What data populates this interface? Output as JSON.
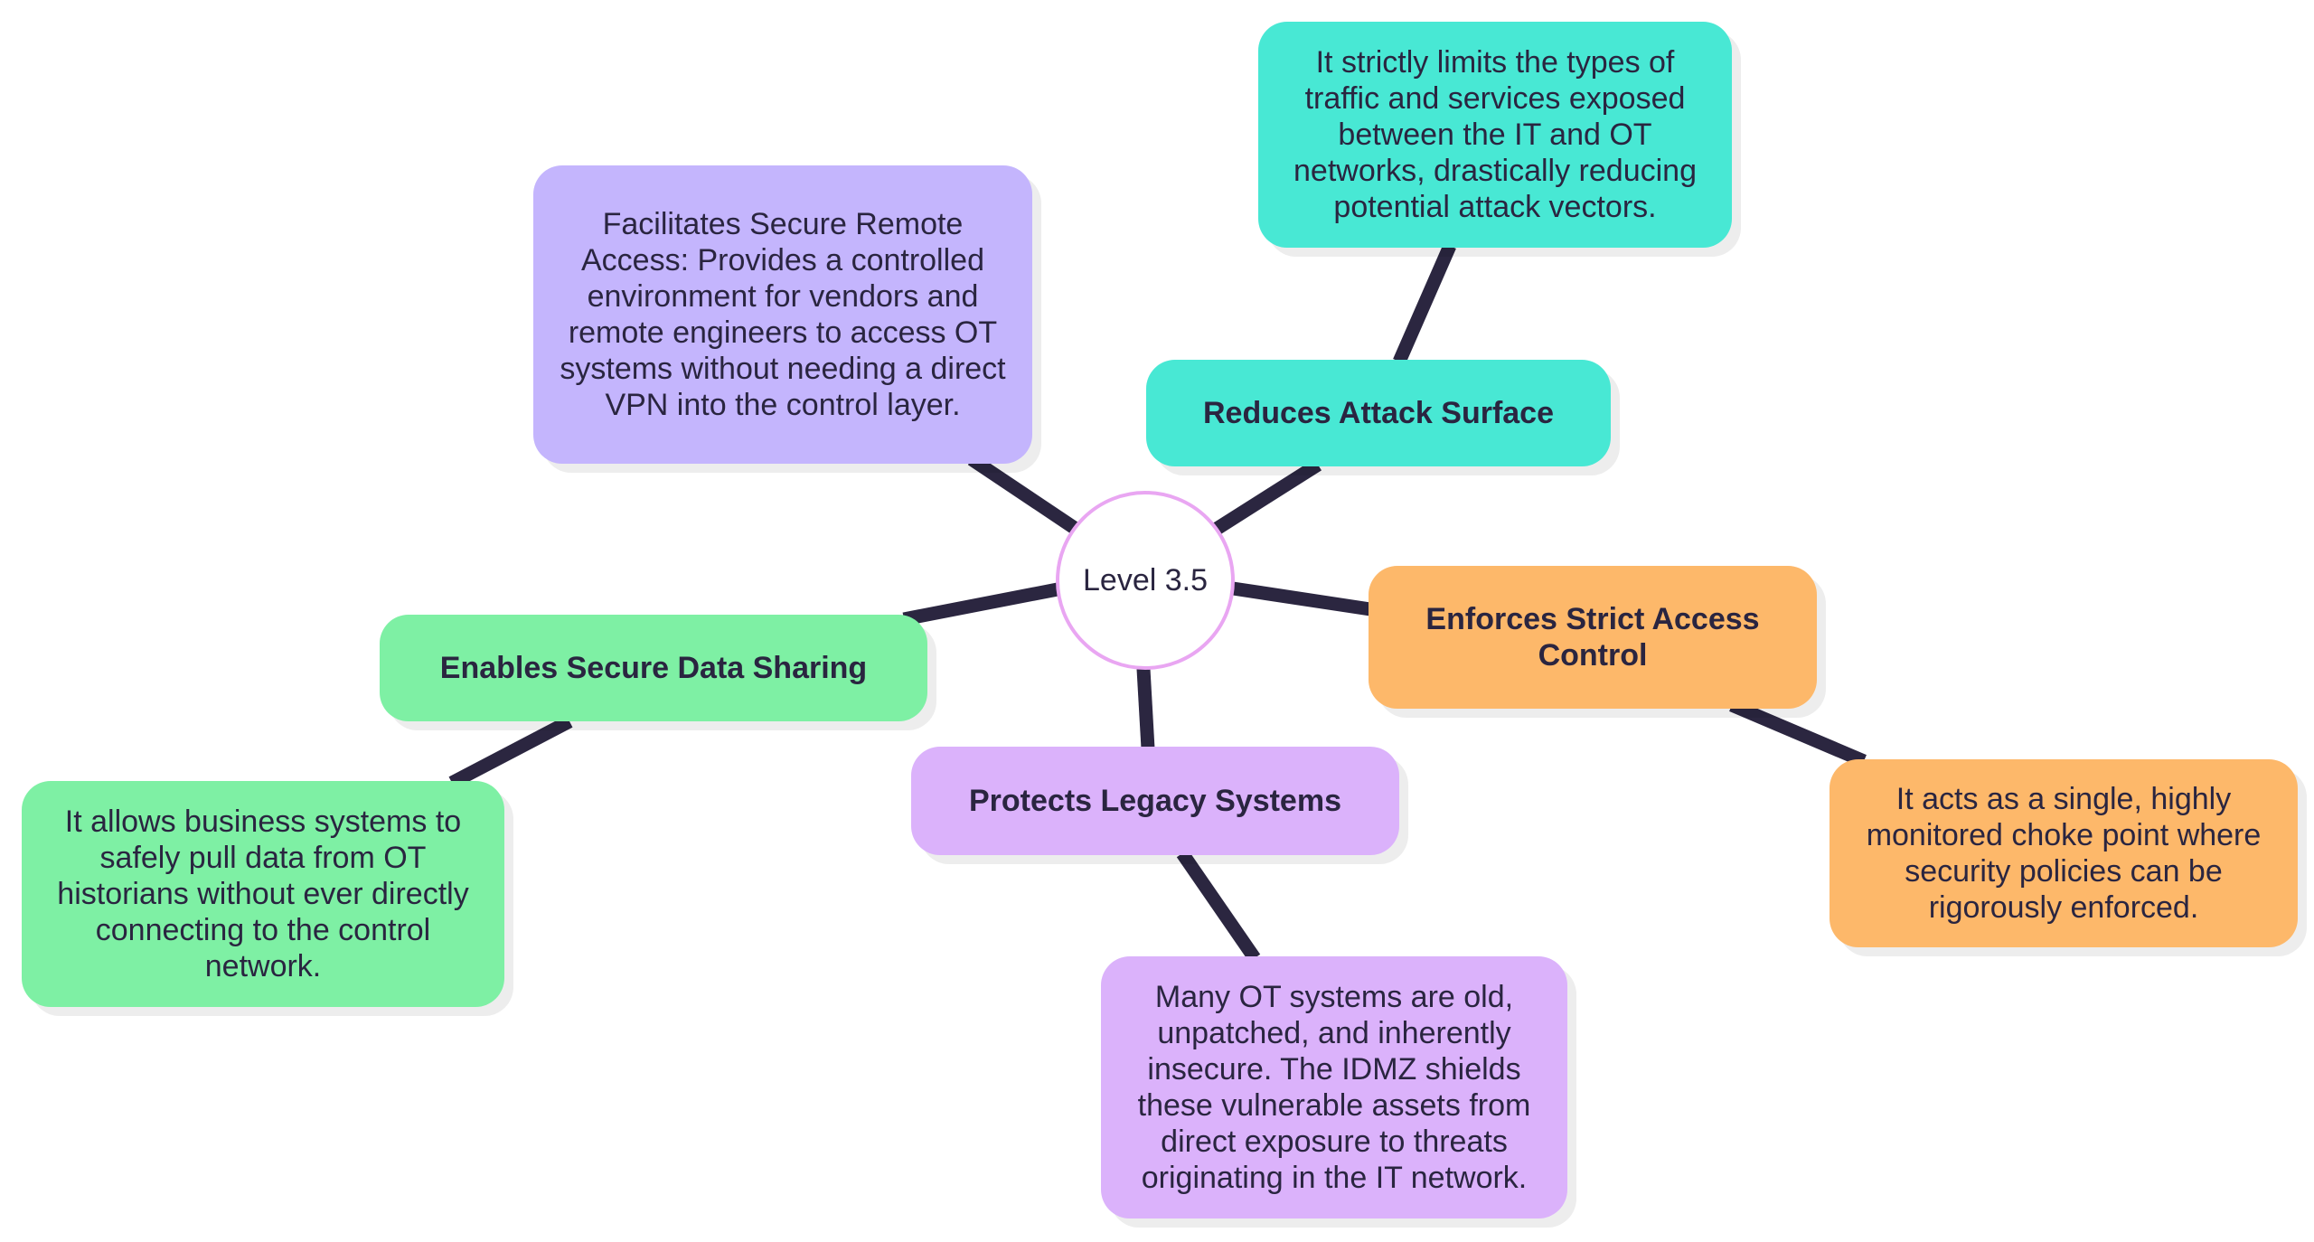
{
  "center": {
    "label": "Level 3.5"
  },
  "branches": [
    {
      "label": "Reduces Attack Surface",
      "description": "It strictly limits the types of traffic and services exposed between the IT and OT networks, drastically reducing potential attack vectors."
    },
    {
      "label": "Enforces Strict Access Control",
      "description": "It acts as a single, highly monitored choke point where security policies can be rigorously enforced."
    },
    {
      "label": "Protects Legacy Systems",
      "description": "Many OT systems are old, unpatched, and inherently insecure. The IDMZ shields these vulnerable assets from direct exposure to threats originating in the IT network."
    },
    {
      "label": "Enables Secure Data Sharing",
      "description": "It allows business systems to safely pull data from OT historians without ever directly connecting to the control network."
    }
  ],
  "standalone": {
    "description": "Facilitates Secure Remote Access: Provides a controlled environment for vendors and remote engineers to access OT systems without needing a direct VPN into the control layer."
  },
  "colors": {
    "edge": "#2b2640",
    "teal": "#48e8d4",
    "orange": "#fdb86a",
    "lavender": "#dbb2fb",
    "green": "#7ef0a4",
    "periwinkle": "#c4b5fd",
    "center_border": "#e9a6f2"
  }
}
